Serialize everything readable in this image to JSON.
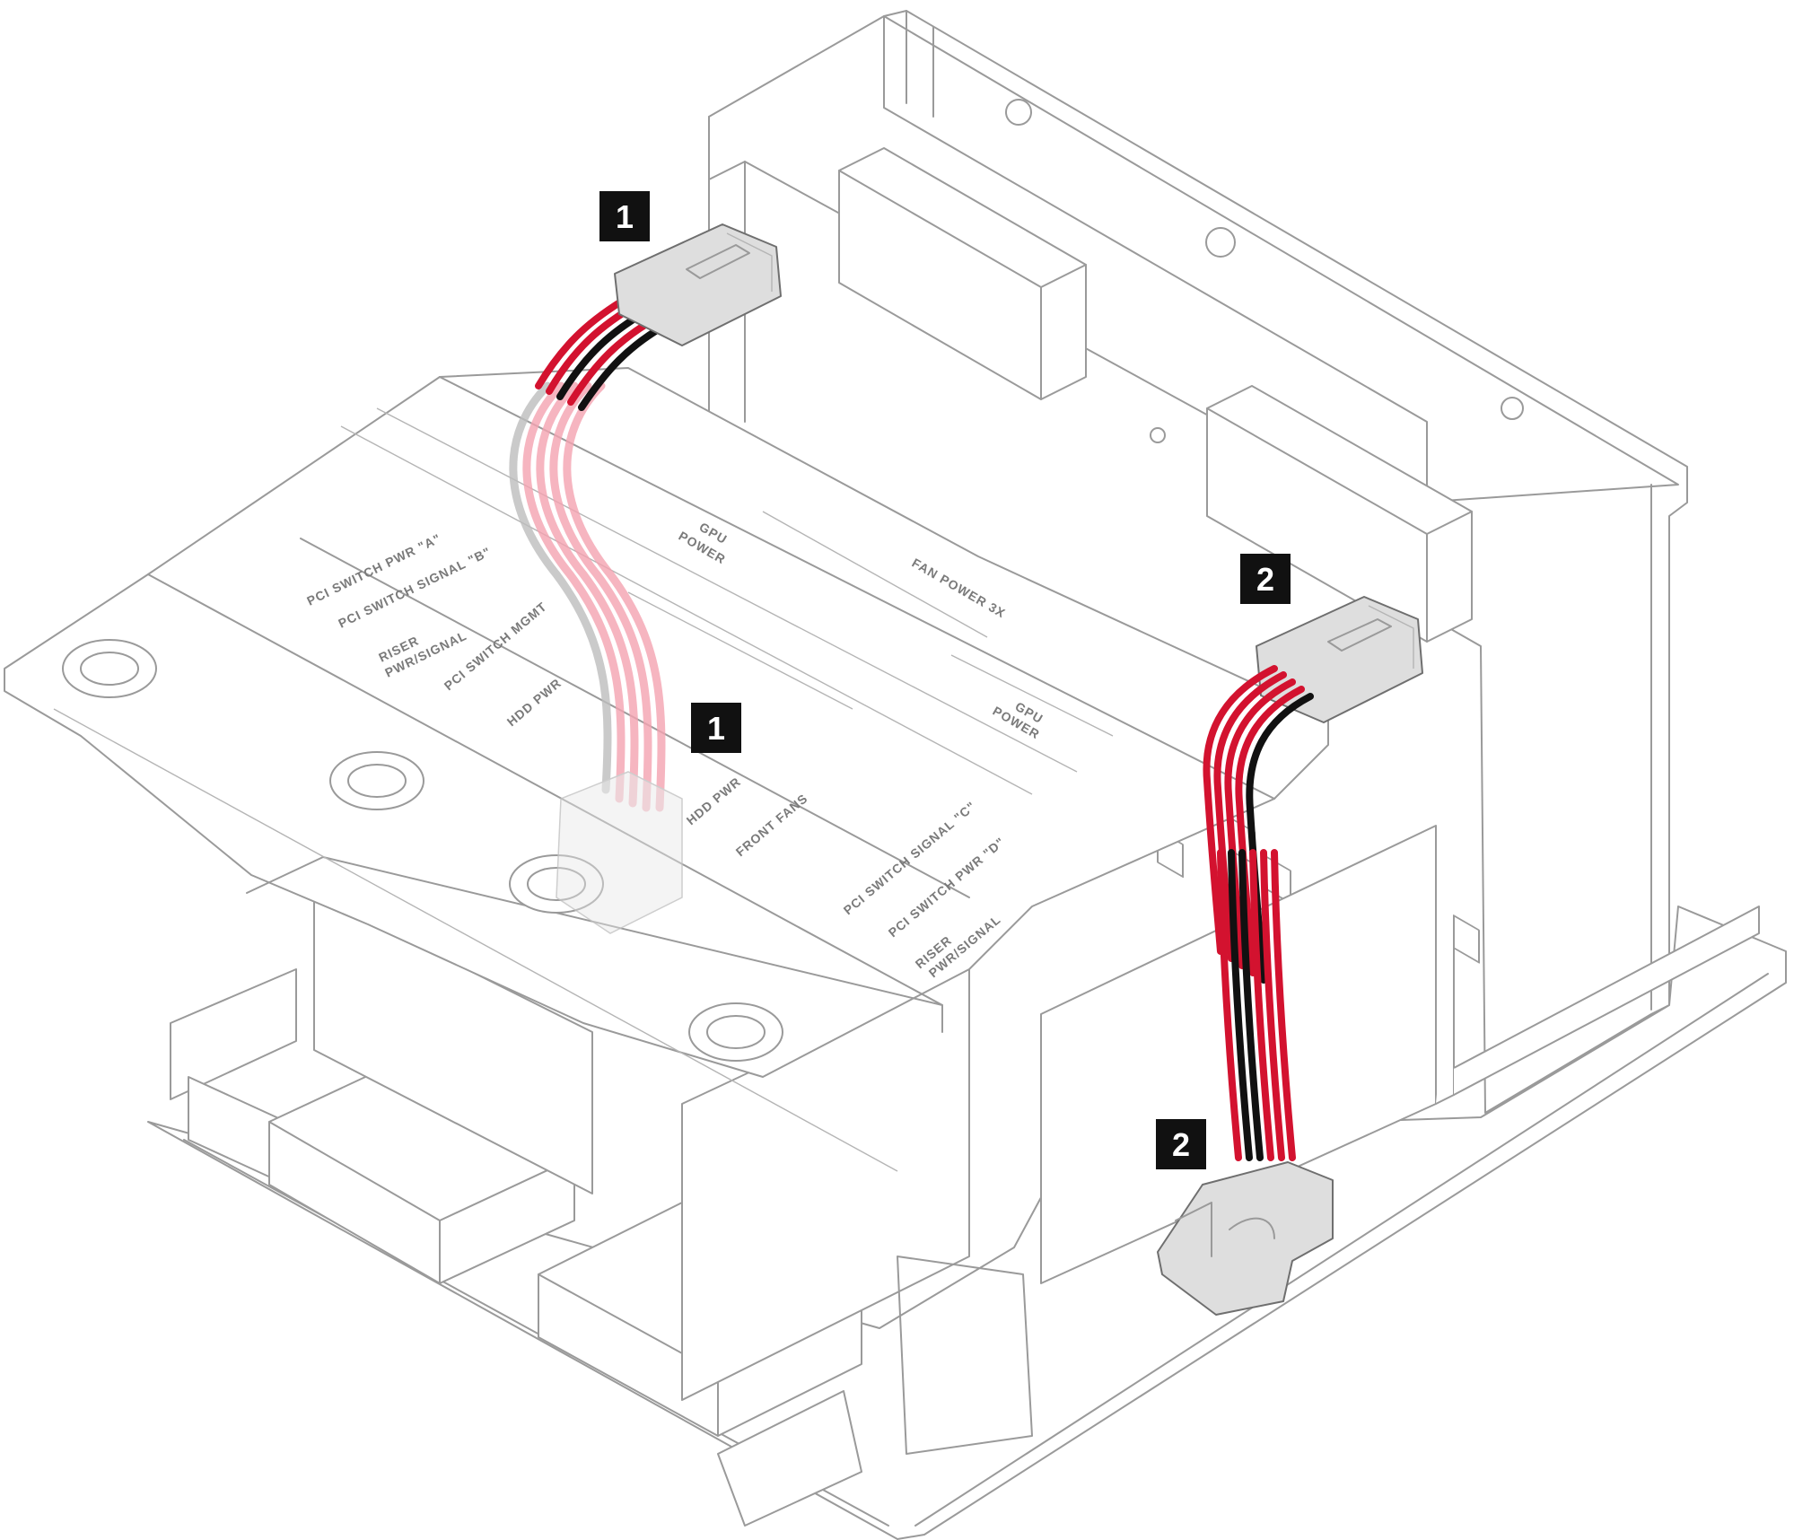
{
  "colors": {
    "cable_red": "#d3122f",
    "cable_black": "#111111",
    "cable_ghost_red": "#f4a3b1",
    "cable_ghost_gray": "#bdbdbd",
    "line_gray": "#9a9a9a",
    "connector_fill": "#dedede"
  },
  "callouts": [
    {
      "id": "callout-1-top",
      "label": "1"
    },
    {
      "id": "callout-1-bottom",
      "label": "1"
    },
    {
      "id": "callout-2-top",
      "label": "2"
    },
    {
      "id": "callout-2-bottom",
      "label": "2"
    }
  ],
  "board_labels": {
    "pci_switch_pwr_a": "PCI SWITCH PWR \"A\"",
    "pci_switch_signal_b": "PCI SWITCH SIGNAL \"B\"",
    "riser_pwr_signal_left_1": "RISER",
    "riser_pwr_signal_left_2": "PWR/SIGNAL",
    "pci_switch_mgmt": "PCI SWITCH MGMT",
    "hdd_pwr_left": "HDD PWR",
    "gpu_power_left_1": "GPU",
    "gpu_power_left_2": "POWER",
    "fan_power": "FAN POWER 3X",
    "gpu_power_right_1": "GPU",
    "gpu_power_right_2": "POWER",
    "hdd_pwr_right": "HDD PWR",
    "front_fans": "FRONT FANS",
    "pci_switch_signal_c": "PCI SWITCH SIGNAL \"C\"",
    "pci_switch_pwr_d": "PCI SWITCH PWR \"D\"",
    "riser_pwr_signal_right_1": "RISER",
    "riser_pwr_signal_right_2": "PWR/SIGNAL"
  }
}
